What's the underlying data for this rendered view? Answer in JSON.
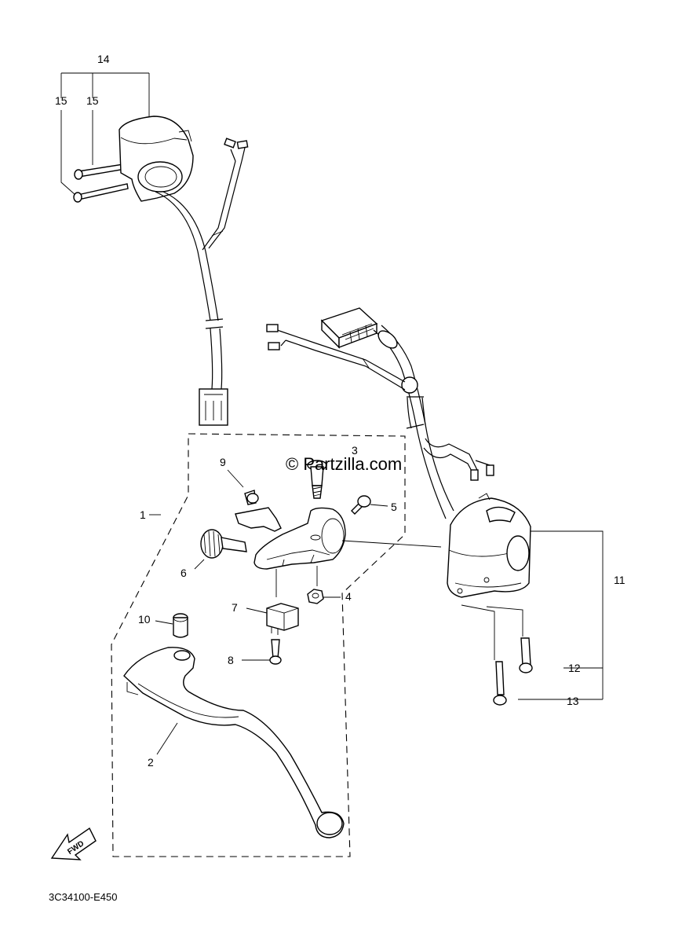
{
  "watermark": "© Partzilla.com",
  "diagram_code": "3C34100-E450",
  "direction_label": "FWD",
  "callouts": {
    "c1": "1",
    "c2": "2",
    "c3": "3",
    "c4": "4",
    "c5": "5",
    "c6": "6",
    "c7": "7",
    "c8": "8",
    "c9": "9",
    "c10": "10",
    "c11": "11",
    "c12": "12",
    "c13": "13",
    "c14": "14",
    "c15a": "15",
    "c15b": "15"
  }
}
